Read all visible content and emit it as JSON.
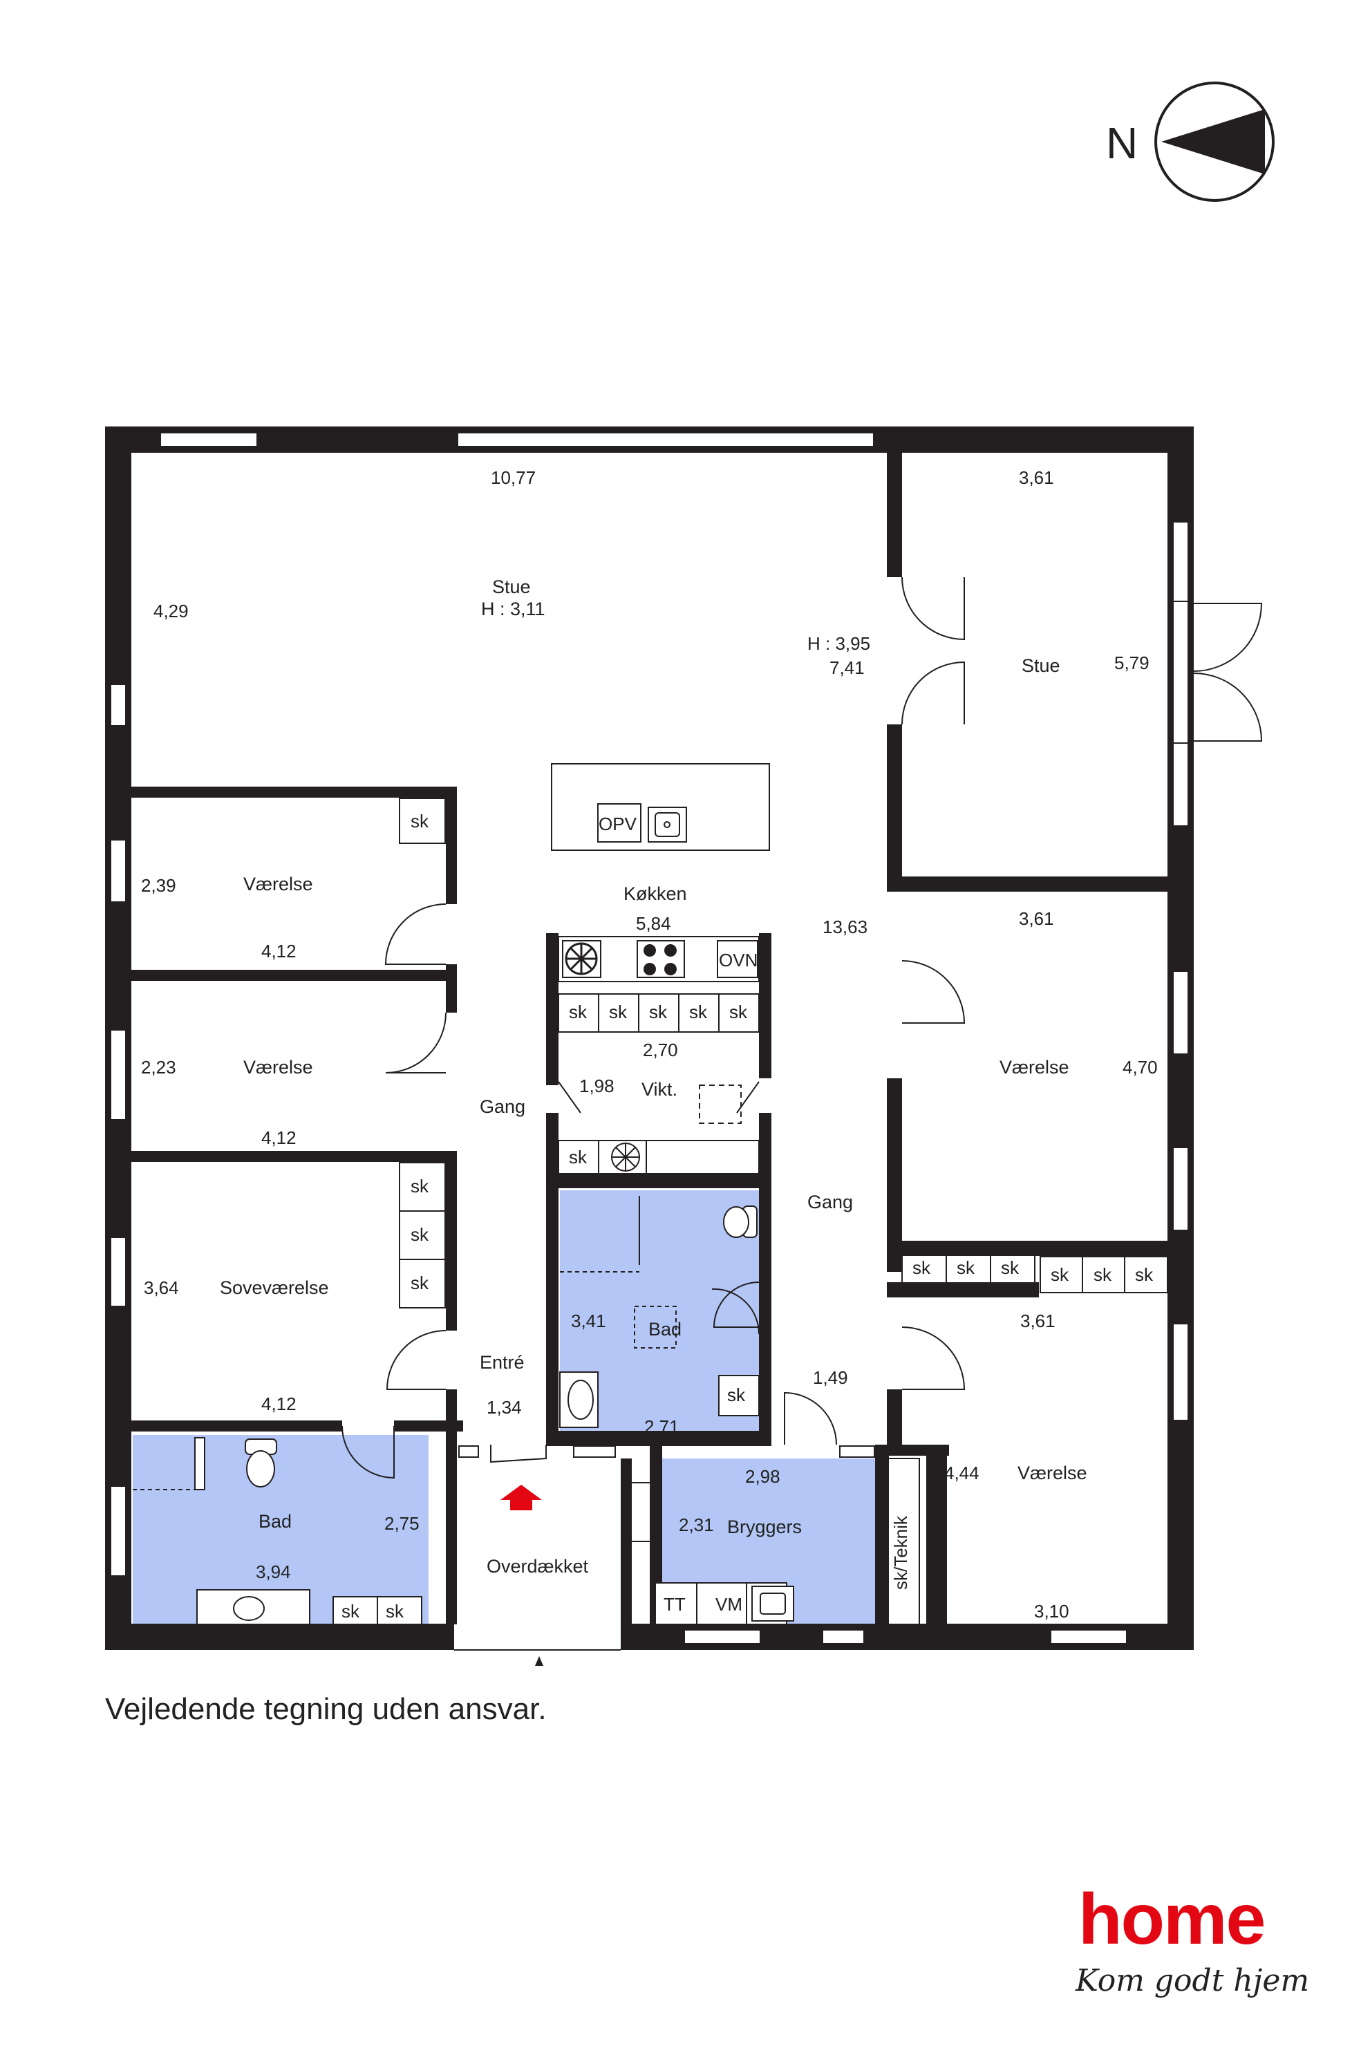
{
  "compass": {
    "north_label": "N",
    "icon": "north-arrow-icon"
  },
  "disclaimer": "Vejledende tegning uden ansvar.",
  "logo": {
    "word": "home",
    "tagline": "Kom godt hjem",
    "color": "#e30613"
  },
  "colors": {
    "wall": "#231f20",
    "wet_room": "#b3c6f5",
    "entrance_arrow": "#e30613"
  },
  "rooms": {
    "stue_main": {
      "name": "Stue",
      "height": "H : 3,11",
      "width": "10,77",
      "depth": "4,29"
    },
    "stue_side": {
      "name": "Stue",
      "width": "3,61",
      "depth": "5,79",
      "height": "H : 3,95",
      "extra": "7,41"
    },
    "vaerelse_1": {
      "name": "Værelse",
      "depth": "2,39",
      "width": "4,12"
    },
    "vaerelse_2": {
      "name": "Værelse",
      "depth": "2,23",
      "width": "4,12"
    },
    "sovevaerelse": {
      "name": "Soveværelse",
      "depth": "3,64",
      "width": "4,12"
    },
    "bad_1": {
      "name": "Bad",
      "width": "3,94",
      "depth": "2,75"
    },
    "koekken": {
      "name": "Køkken",
      "width": "5,84"
    },
    "vikt": {
      "name": "Vikt.",
      "width": "2,70",
      "depth": "1,98"
    },
    "bad_2": {
      "name": "Bad",
      "depth": "3,41",
      "width": "2,71"
    },
    "gang_1": {
      "name": "Gang"
    },
    "gang_2": {
      "name": "Gang",
      "length": "13,63",
      "width": "1,49"
    },
    "entre": {
      "name": "Entré",
      "width": "1,34"
    },
    "overdaekket": {
      "name": "Overdækket"
    },
    "bryggers": {
      "name": "Bryggers",
      "width": "2,98",
      "depth": "2,31"
    },
    "vaerelse_3": {
      "name": "Værelse",
      "width": "3,61",
      "depth": "4,70"
    },
    "vaerelse_4": {
      "name": "Værelse",
      "width": "3,61",
      "depth": "4,44",
      "bottom": "3,10"
    }
  },
  "fixtures": {
    "sk": "sk",
    "opv": "OPV",
    "ovn": "OVN",
    "tt": "TT",
    "vm": "VM",
    "teknik": "sk/Teknik"
  }
}
